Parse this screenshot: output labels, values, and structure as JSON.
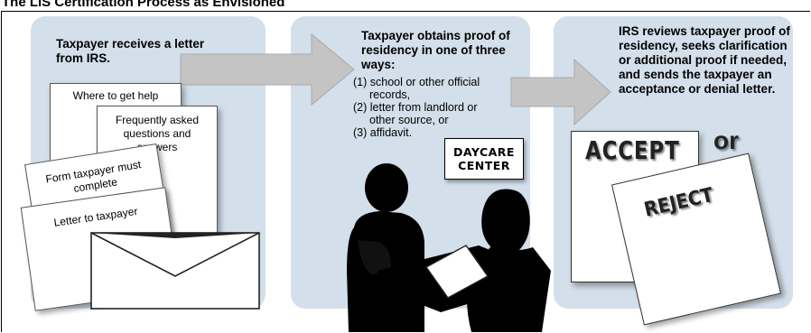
{
  "title": "The LIS Certification Process as Envisioned",
  "step1": {
    "heading": "Taxpayer receives a letter from IRS.",
    "docs": {
      "help": "Where to get help",
      "faq": "Frequently asked questions and answers",
      "form": "Form taxpayer must complete",
      "letter": "Letter to taxpayer"
    }
  },
  "step2": {
    "heading": "Taxpayer obtains proof of residency in one of three ways:",
    "ways": [
      "(1) school or other official",
      "records,",
      "(2) letter from landlord or",
      "other source, or",
      "(3) affidavit."
    ],
    "sign": "DAYCARE CENTER"
  },
  "step3": {
    "heading": "IRS reviews taxpayer proof of residency, seeks clarification or additional proof if needed, and sends the taxpayer an acceptance or denial letter.",
    "accept": "ACCEPT",
    "or": "or",
    "reject": "REJECT"
  },
  "colors": {
    "panel": "#d3dfea",
    "arrow": "#c8c8c8",
    "silhouette": "#000000"
  },
  "icons": [
    "arrow-right-icon",
    "envelope-icon",
    "people-at-desk-icon"
  ]
}
